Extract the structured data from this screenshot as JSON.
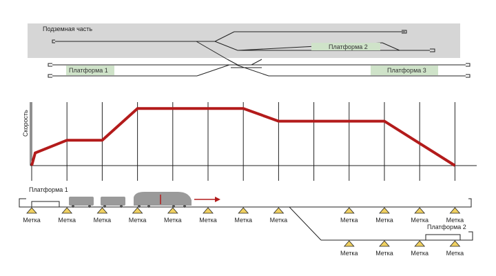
{
  "underground_label": "Подземная часть",
  "platforms": {
    "p1": "Платформа 1",
    "p2": "Платформа 2",
    "p3": "Платформа 3"
  },
  "speed_axis_label": "Скорость",
  "bottom_platform1_label": "Платформа 1",
  "bottom_platform2_label": "Платформа 2",
  "marker_label": "Метка",
  "colors": {
    "underground_bg": "#d6d6d6",
    "platform_fill": "#cfe3c9",
    "speed_line": "#b31b1b",
    "marker_fill": "#f0d060",
    "train": "#9a9a9a",
    "arrow": "#b31b1b"
  },
  "chart_data": {
    "type": "line",
    "title": "",
    "xlabel": "",
    "ylabel": "Скорость",
    "x": [
      0,
      0.1,
      1,
      2,
      3,
      4,
      5,
      6,
      7,
      8,
      9,
      10,
      11,
      12
    ],
    "series": [
      {
        "values": [
          0,
          0.2,
          0.4,
          0.4,
          0.9,
          0.9,
          0.9,
          0.9,
          0.7,
          0.7,
          0.7,
          0.7,
          0.35,
          0
        ]
      }
    ],
    "ylim": [
      0,
      1
    ],
    "gridlines_x": 13
  }
}
